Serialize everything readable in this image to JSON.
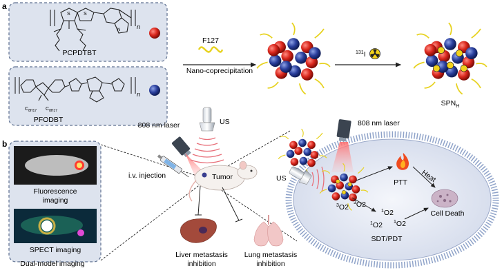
{
  "panel_a": {
    "label": "a",
    "polymer1": {
      "name": "PCPDTBT",
      "subscript": "n",
      "color": "#d9261c"
    },
    "polymer2": {
      "name": "PFODBT",
      "subscript": "n",
      "substituent": "C8H17",
      "color": "#2a3f9d"
    },
    "surfactant": "F127",
    "step1": "Nano-coprecipitation",
    "step2_isotope": "131",
    "step2_element": "I",
    "product_main": "SPN",
    "product_sub": "H"
  },
  "panel_b": {
    "label": "b",
    "imaging": {
      "fluorescence_line1": "Fluorescence",
      "fluorescence_line2": "imaging",
      "spect": "SPECT imaging",
      "dual": "Dual-model imaging"
    },
    "laser_left": "808 nm laser",
    "us_top": "US",
    "injection": "i.v. injection",
    "tumor": "Tumor",
    "liver_line1": "Liver metastasis",
    "liver_line2": "inhibition",
    "lung_line1": "Lung metastasis",
    "lung_line2": "inhibition",
    "laser_right": "808 nm laser",
    "us_cell": "US",
    "ptt": "PTT",
    "heat": "Heat",
    "oxygen_ground": "O2",
    "oxygen_ground_sup": "3",
    "oxygen_singlet": "O2",
    "oxygen_singlet_sup": "1",
    "sdt": "SDT/PDT",
    "death": "Cell Death"
  },
  "colors": {
    "panel_bg": "#dde3ee",
    "panel_border": "#5d6f8f",
    "red_polymer": "#d9261c",
    "blue_polymer": "#2a3f9d",
    "f127": "#e7d21f",
    "membrane": "#8fa3c9",
    "cell_fill": "#e8ecf6",
    "radiation": "#f2d21b"
  },
  "icons": [
    "radiation-icon",
    "fire-icon",
    "laser-icon",
    "ultrasound-probe-icon",
    "syringe-icon",
    "mouse-icon",
    "liver-icon",
    "lungs-icon",
    "cell-death-icon"
  ]
}
